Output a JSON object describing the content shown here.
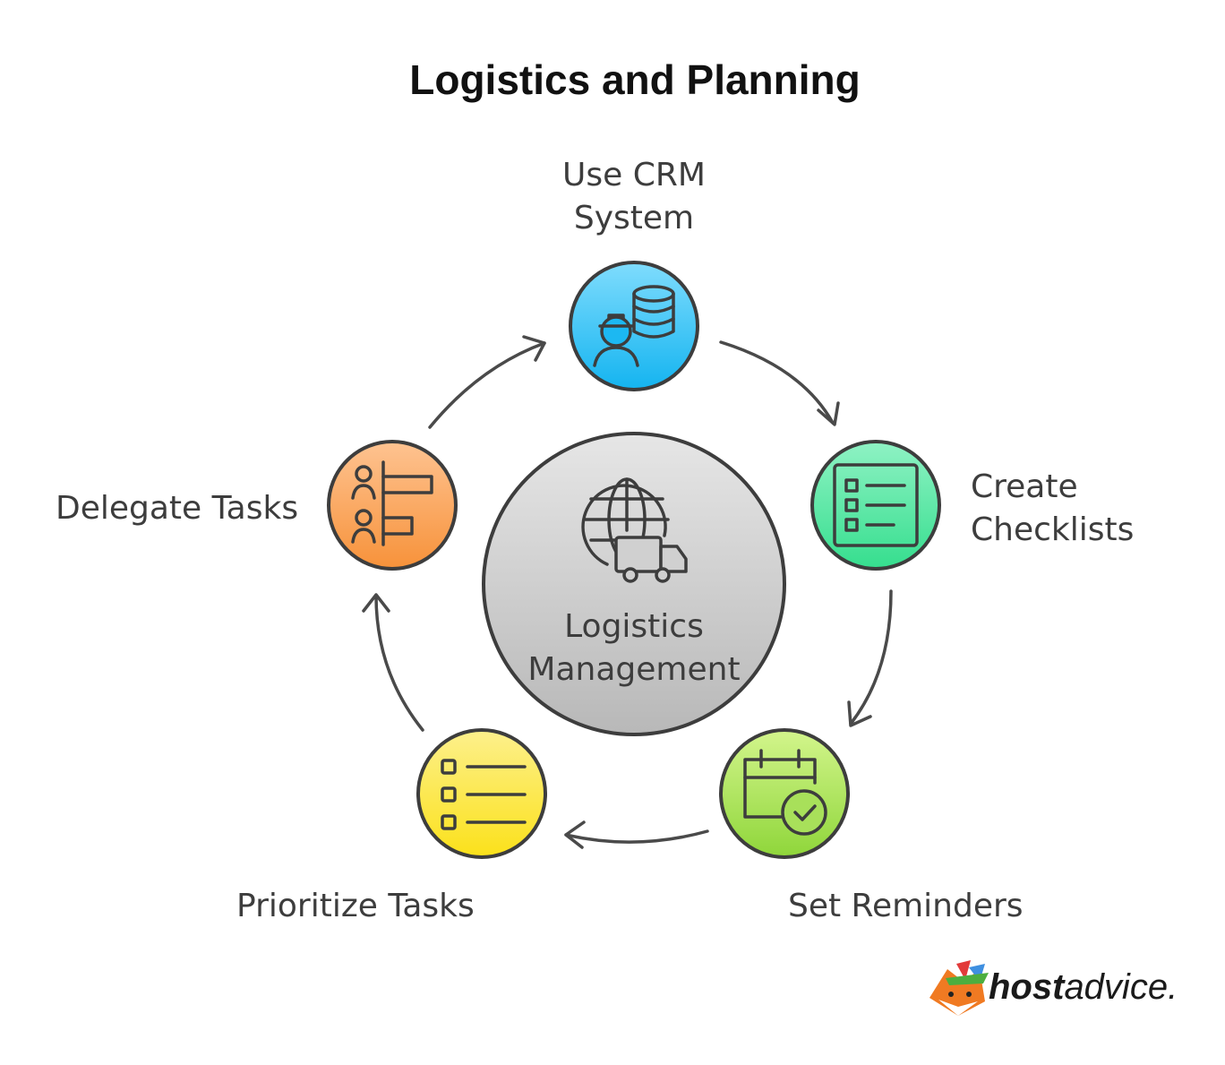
{
  "title": "Logistics and Planning",
  "center": {
    "label_line1": "Logistics",
    "label_line2": "Management",
    "icon": "globe-truck-icon",
    "color": "#cfcfcf"
  },
  "nodes": [
    {
      "id": "crm",
      "label_line1": "Use CRM",
      "label_line2": "System",
      "icon": "worker-database-icon",
      "color": "#29c0f5"
    },
    {
      "id": "checklists",
      "label_line1": "Create",
      "label_line2": "Checklists",
      "icon": "checklist-icon",
      "color": "#3fe59a"
    },
    {
      "id": "reminders",
      "label_line1": "Set Reminders",
      "icon": "calendar-check-icon",
      "color": "#9ee23e"
    },
    {
      "id": "prioritize",
      "label_line1": "Prioritize Tasks",
      "icon": "list-icon",
      "color": "#fbe21e"
    },
    {
      "id": "delegate",
      "label_line1": "Delegate Tasks",
      "icon": "people-bars-icon",
      "color": "#f89a3e"
    }
  ],
  "brand": {
    "bold": "host",
    "light": "advice."
  }
}
